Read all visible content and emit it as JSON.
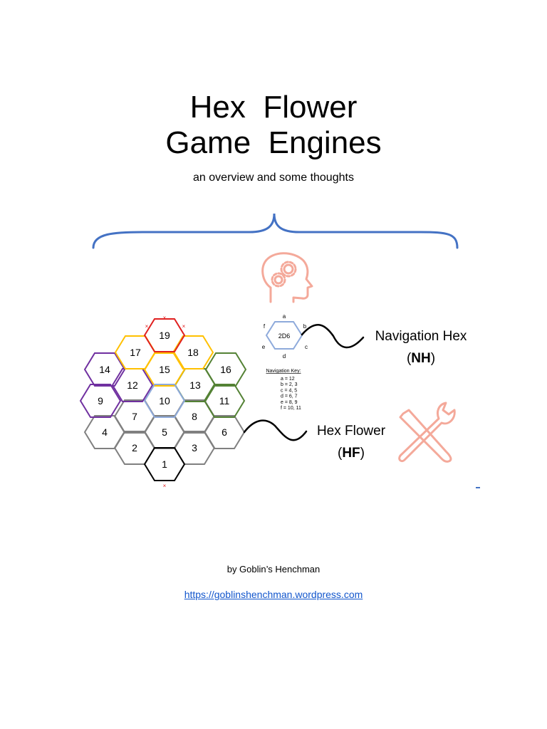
{
  "title": {
    "line1": "Hex  Flower",
    "line2": "Game  Engines"
  },
  "subtitle": "an overview and some thoughts",
  "nav_hex": {
    "center": "2D6",
    "edges": {
      "a": "a",
      "b": "b",
      "c": "c",
      "d": "d",
      "e": "e",
      "f": "f"
    },
    "key_title": "Navigation Key:",
    "key": [
      "a = 12",
      "b =  2, 3",
      "c =  4, 5",
      "d =  6, 7",
      "e =  8, 9",
      "f = 10, 11"
    ]
  },
  "labels": {
    "nh_name": "Navigation Hex",
    "nh_abbr": "NH",
    "hf_name": "Hex Flower",
    "hf_abbr": "HF",
    "open_paren": "(",
    "close_paren": ")",
    "exit_mark": "×"
  },
  "hexes": [
    {
      "n": "1",
      "color": "#000000"
    },
    {
      "n": "2",
      "color": "#808080"
    },
    {
      "n": "3",
      "color": "#808080"
    },
    {
      "n": "4",
      "color": "#808080"
    },
    {
      "n": "5",
      "color": "#808080"
    },
    {
      "n": "6",
      "color": "#808080"
    },
    {
      "n": "7",
      "color": "#808080"
    },
    {
      "n": "8",
      "color": "#808080"
    },
    {
      "n": "9",
      "color": "#7030a0"
    },
    {
      "n": "10",
      "color": "#8eaadb"
    },
    {
      "n": "11",
      "color": "#548235"
    },
    {
      "n": "12",
      "color": "#7030a0"
    },
    {
      "n": "13",
      "color": "#548235"
    },
    {
      "n": "14",
      "color": "#7030a0"
    },
    {
      "n": "15",
      "color": "#ffc000"
    },
    {
      "n": "16",
      "color": "#548235"
    },
    {
      "n": "17",
      "color": "#ffc000"
    },
    {
      "n": "18",
      "color": "#ffc000"
    },
    {
      "n": "19",
      "color": "#e02020"
    }
  ],
  "colors": {
    "brace": "#4472c4",
    "icon": "#f4a99a",
    "nav_hex_outline": "#8eaadb",
    "exit_mark": "#e02020"
  },
  "icons": {
    "head": "head-with-gears-icon",
    "tools": "wrench-screwdriver-icon"
  },
  "byline": "by Goblin’s Henchman",
  "url": "https://goblinshenchman.wordpress.com"
}
